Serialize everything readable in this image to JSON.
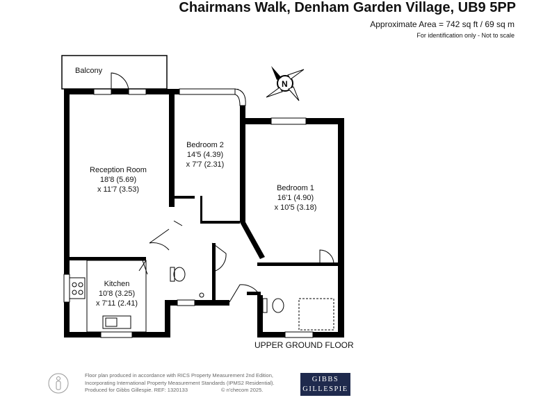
{
  "header": {
    "title": "Chairmans Walk, Denham Garden Village, UB9 5PP",
    "area": "Approximate Area = 742 sq ft / 69 sq m",
    "note": "For identification only - Not to scale"
  },
  "rooms": [
    {
      "name": "Balcony"
    },
    {
      "name": "Reception Room",
      "dim1": "18'8 (5.69)",
      "dim2": "x 11'7 (3.53)"
    },
    {
      "name": "Bedroom 2",
      "dim1": "14'5 (4.39)",
      "dim2": "x 7'7 (2.31)"
    },
    {
      "name": "Bedroom 1",
      "dim1": "16'1 (4.90)",
      "dim2": "x 10'5 (3.18)"
    },
    {
      "name": "Kitchen",
      "dim1": "10'8 (3.25)",
      "dim2": "x 7'11 (2.41)"
    }
  ],
  "floor_label": "UPPER GROUND FLOOR",
  "compass": "N",
  "footer": {
    "line1": "Floor plan produced in accordance with RICS Property Measurement 2nd Edition,",
    "line2": "Incorporating International Property Measurement Standards (IPMS2 Residential).",
    "line3": "Produced for Gibbs Gillespie.   REF: 1320133",
    "copyright": "© n'checom 2025.",
    "logo1": "GIBBS",
    "logo2": "GILLESPIE"
  }
}
